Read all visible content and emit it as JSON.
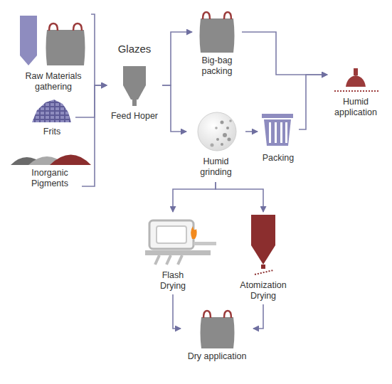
{
  "diagram": {
    "nodes": [
      {
        "text": [
          "Raw Materials gathering"
        ]
      },
      {
        "text": [
          "Frits"
        ]
      },
      {
        "text": [
          "Inorganic Pigments"
        ]
      },
      {
        "text": [
          "Glazes",
          "Feed Hoper"
        ]
      },
      {
        "text": [
          "Big-bag packing"
        ]
      },
      {
        "text": [
          "Humid application"
        ]
      },
      {
        "text": [
          "Humid grinding"
        ]
      },
      {
        "text": [
          "Packing"
        ]
      },
      {
        "text": [
          "Flash Drying"
        ]
      },
      {
        "text": [
          "Atomization Drying"
        ]
      },
      {
        "text": [
          "Dry application"
        ]
      }
    ],
    "edges": [
      {
        "from": 0,
        "to": 3,
        "arrow": "to"
      },
      {
        "from": 1,
        "to": 3,
        "arrow": "to"
      },
      {
        "from": 2,
        "to": 3,
        "arrow": "to"
      },
      {
        "from": 3,
        "to": 4,
        "arrow": "to"
      },
      {
        "from": 3,
        "to": 6,
        "arrow": "to"
      },
      {
        "from": 4,
        "to": 5,
        "arrow": "to"
      },
      {
        "from": 6,
        "to": 7,
        "arrow": "to"
      },
      {
        "from": 7,
        "to": 5,
        "arrow": "to"
      },
      {
        "from": 6,
        "to": 8,
        "arrow": "to"
      },
      {
        "from": 6,
        "to": 9,
        "arrow": "to"
      },
      {
        "from": 8,
        "to": 10,
        "arrow": "to"
      },
      {
        "from": 9,
        "to": 10,
        "arrow": "to"
      }
    ]
  }
}
